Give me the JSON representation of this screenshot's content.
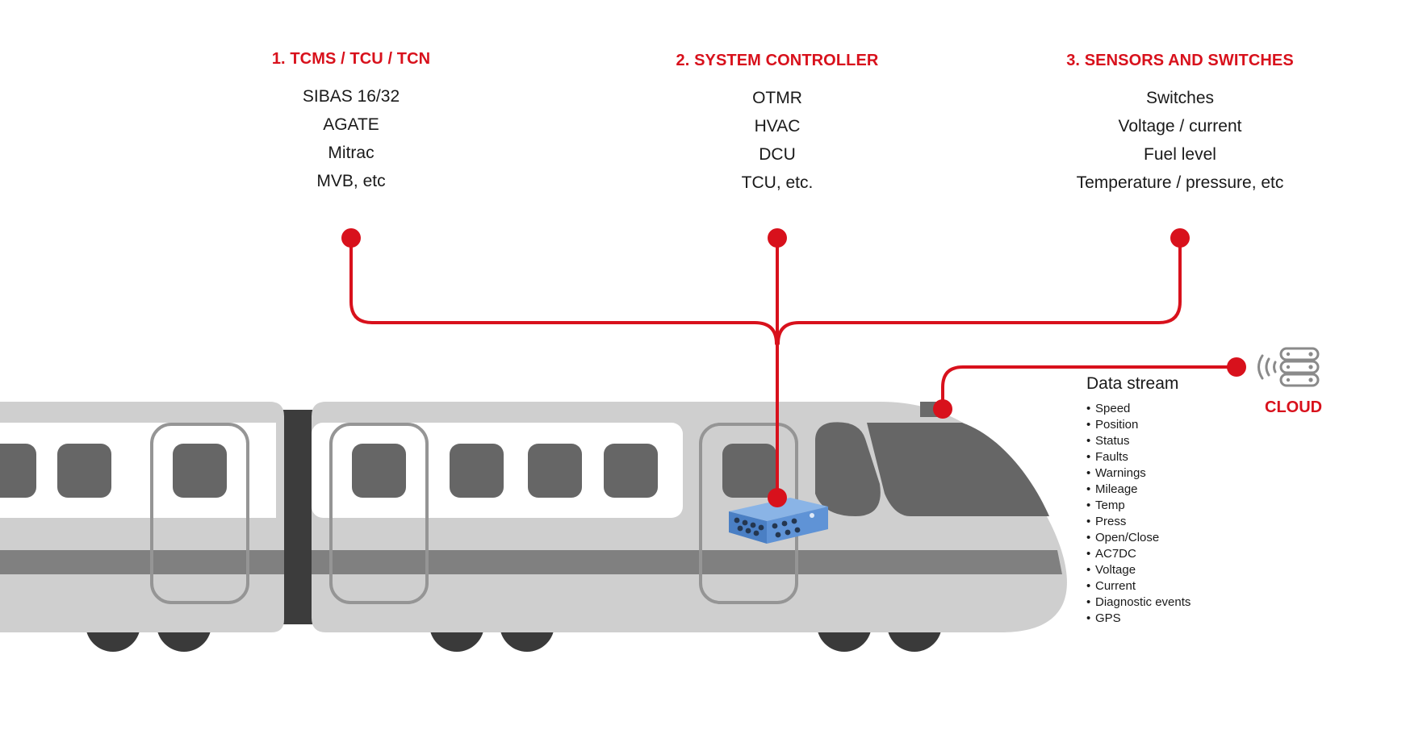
{
  "colors": {
    "accent": "#d8111c",
    "text": "#1a1a1a",
    "train_body": "#cfcfcf",
    "train_dark": "#6a6a6a",
    "train_stripe": "#808080",
    "coupler": "#3c3c3c",
    "device": "#5f93d6",
    "cloud_icon": "#8a8a8a"
  },
  "columns": [
    {
      "title": "1. TCMS / TCU / TCN",
      "items": [
        "SIBAS 16/32",
        "AGATE",
        "Mitrac",
        "MVB, etc"
      ]
    },
    {
      "title": "2. SYSTEM CONTROLLER",
      "items": [
        "OTMR",
        "HVAC",
        "DCU",
        "TCU, etc."
      ]
    },
    {
      "title": "3. SENSORS AND SWITCHES",
      "items": [
        "Switches",
        "Voltage / current",
        "Fuel level",
        "Temperature / pressure, etc"
      ]
    }
  ],
  "data_stream": {
    "title": "Data stream",
    "items": [
      "Speed",
      "Position",
      "Status",
      "Faults",
      "Warnings",
      "Mileage",
      "Temp",
      "Press",
      "Open/Close",
      "AC7DC",
      "Voltage",
      "Current",
      "Diagnostic events",
      "GPS"
    ]
  },
  "cloud": {
    "label": "CLOUD",
    "icon": "cloud-server-icon"
  },
  "device": {
    "icon": "gateway-device-icon"
  },
  "train": {
    "icon": "train-icon"
  }
}
